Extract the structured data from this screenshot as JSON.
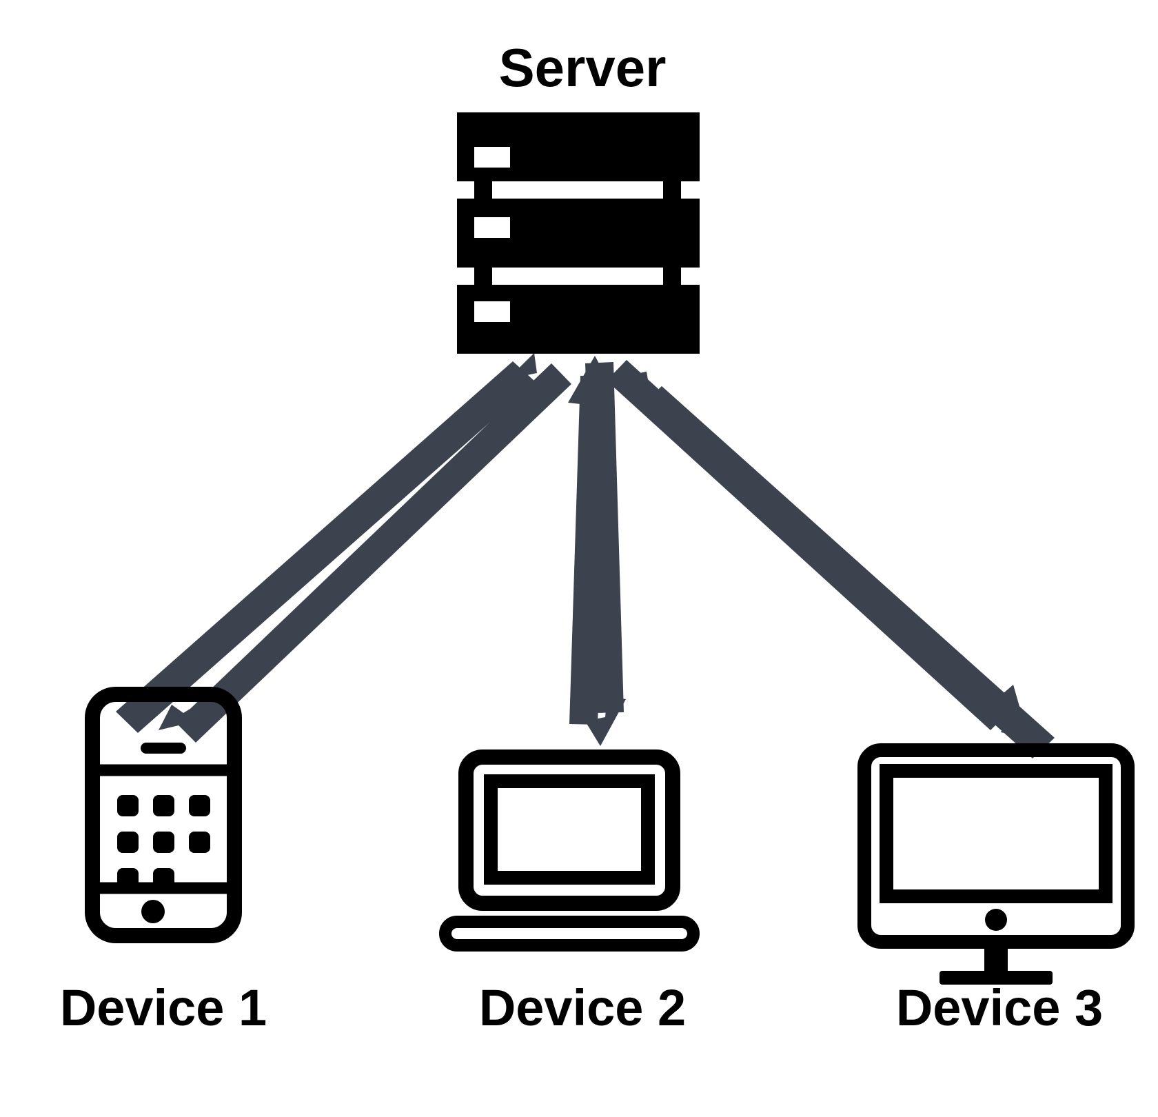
{
  "diagram": {
    "title_text": "Server",
    "background_color": "#ffffff",
    "icon_color": "#000000",
    "arrow_color": "#3c434e",
    "nodes": [
      {
        "id": "server",
        "label": "Server",
        "icon": "server-rack-icon",
        "label_position": "above"
      },
      {
        "id": "device1",
        "label": "Device 1",
        "icon": "smartphone-icon",
        "label_position": "below"
      },
      {
        "id": "device2",
        "label": "Device 2",
        "icon": "laptop-icon",
        "label_position": "below"
      },
      {
        "id": "device3",
        "label": "Device 3",
        "icon": "desktop-monitor-icon",
        "label_position": "below"
      }
    ],
    "connections": [
      {
        "from": "server",
        "to": "device1",
        "direction": "bidirectional",
        "arrows": 2
      },
      {
        "from": "server",
        "to": "device2",
        "direction": "bidirectional",
        "arrows": 2
      },
      {
        "from": "server",
        "to": "device3",
        "direction": "bidirectional",
        "arrows": 2
      }
    ]
  }
}
